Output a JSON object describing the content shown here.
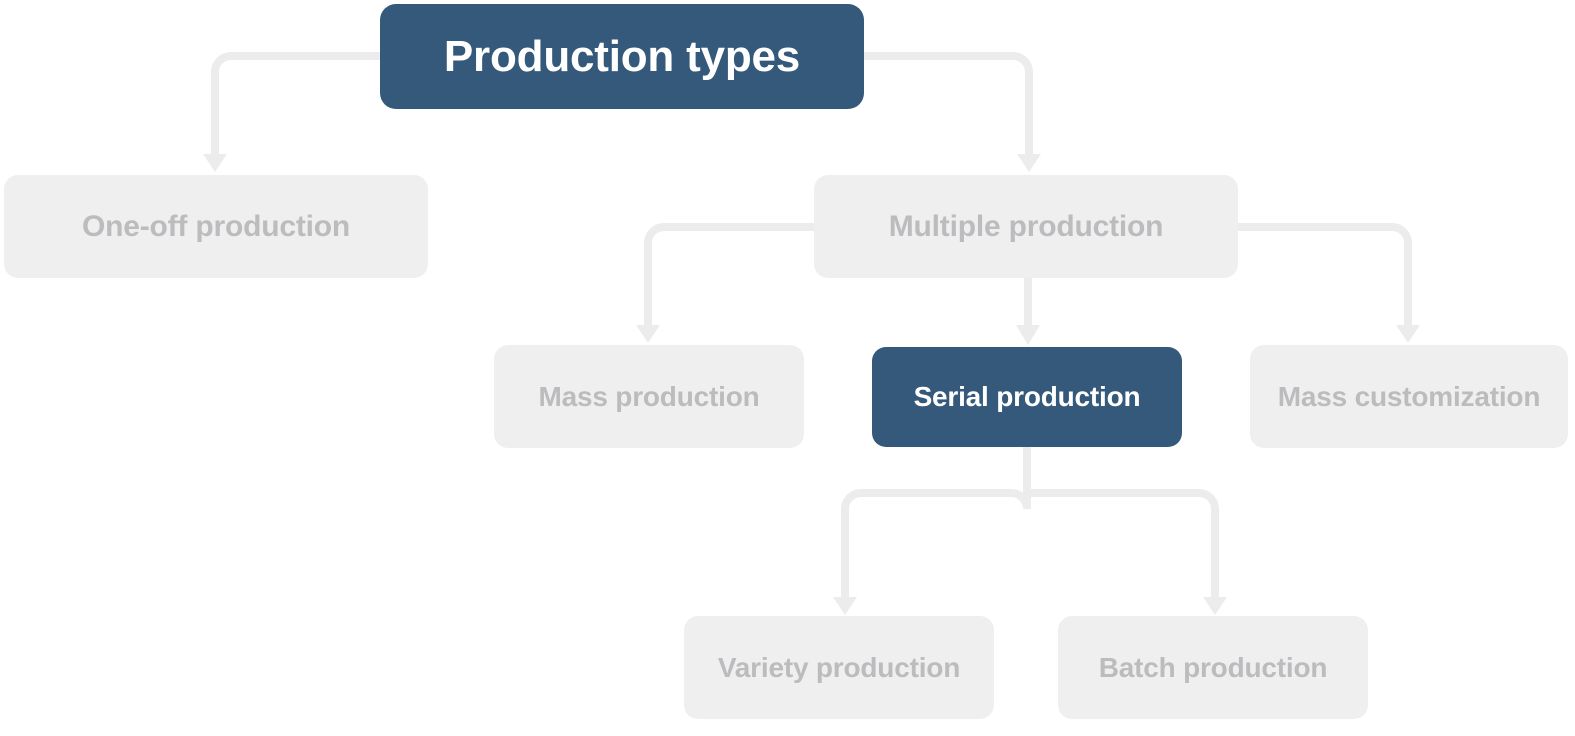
{
  "diagram": {
    "title": "Production types",
    "type": "tree-hierarchy",
    "colors": {
      "active_background": "#35597b",
      "active_text": "#ffffff",
      "inactive_background": "#efeff0",
      "inactive_text": "#bcbcbe",
      "connector": "#ececec",
      "page_background": "#ffffff"
    },
    "nodes": {
      "root": {
        "label": "Production types",
        "state": "active",
        "level": 0
      },
      "one_off": {
        "label": "One-off production",
        "state": "inactive",
        "level": 1
      },
      "multiple": {
        "label": "Multiple production",
        "state": "inactive",
        "level": 1
      },
      "mass_production": {
        "label": "Mass production",
        "state": "inactive",
        "level": 2
      },
      "serial_production": {
        "label": "Serial production",
        "state": "active",
        "level": 2
      },
      "mass_customization": {
        "label": "Mass customization",
        "state": "inactive",
        "level": 2
      },
      "variety_production": {
        "label": "Variety production",
        "state": "inactive",
        "level": 3
      },
      "batch_production": {
        "label": "Batch production",
        "state": "inactive",
        "level": 3
      }
    },
    "edges": [
      {
        "from": "root",
        "to": "one_off",
        "shape": "elbow-left"
      },
      {
        "from": "root",
        "to": "multiple",
        "shape": "elbow-right"
      },
      {
        "from": "multiple",
        "to": "mass_production",
        "shape": "elbow-left"
      },
      {
        "from": "multiple",
        "to": "serial_production",
        "shape": "straight-down"
      },
      {
        "from": "multiple",
        "to": "mass_customization",
        "shape": "elbow-right"
      },
      {
        "from": "serial_production",
        "to": "variety_production",
        "shape": "fork-left"
      },
      {
        "from": "serial_production",
        "to": "batch_production",
        "shape": "fork-right"
      }
    ]
  }
}
